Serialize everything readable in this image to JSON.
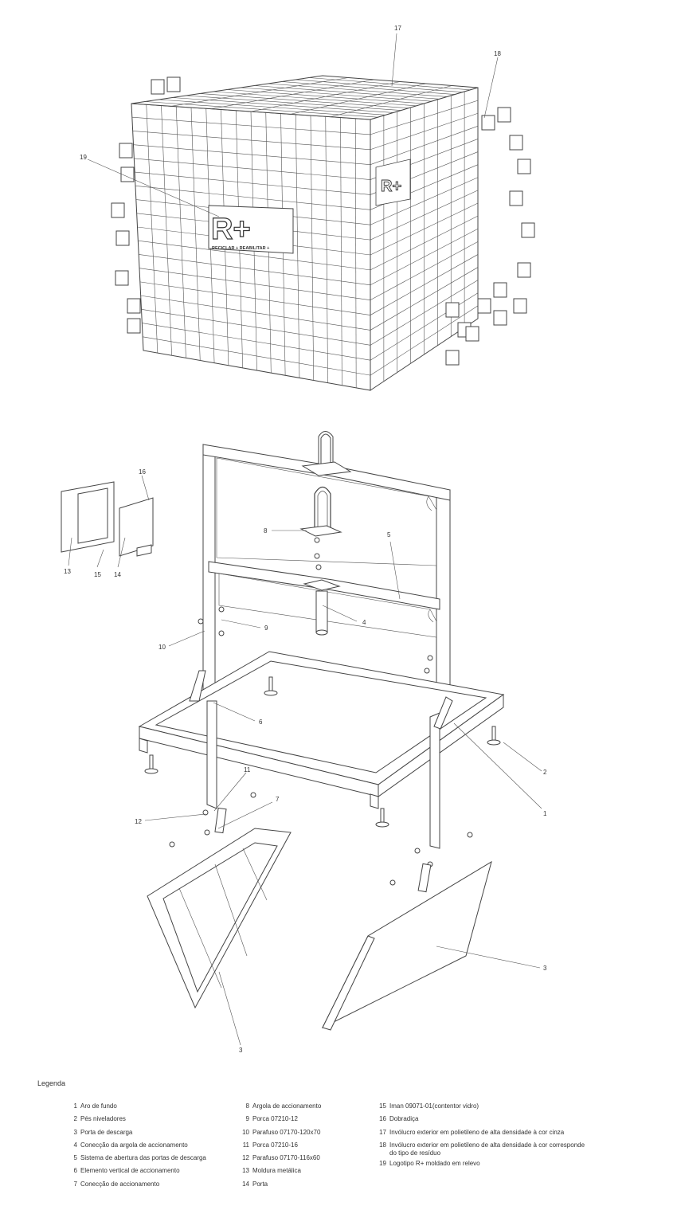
{
  "callouts": {
    "c1": "1",
    "c2": "2",
    "c3a": "3",
    "c3b": "3",
    "c4": "4",
    "c5": "5",
    "c6": "6",
    "c7": "7",
    "c8": "8",
    "c9": "9",
    "c10": "10",
    "c11": "11",
    "c12": "12",
    "c13": "13",
    "c14": "14",
    "c15": "15",
    "c16": "16",
    "c17": "17",
    "c18": "18",
    "c19": "19"
  },
  "logo": {
    "main": "R+",
    "sub": "RECICLAR + REABILITAR +"
  },
  "legend": {
    "title": "Legenda",
    "col1": [
      {
        "n": "1",
        "t": "Aro de fundo"
      },
      {
        "n": "2",
        "t": "Pés niveladores"
      },
      {
        "n": "3",
        "t": "Porta de descarga"
      },
      {
        "n": "4",
        "t": "Conecção da argola de accionamento"
      },
      {
        "n": "5",
        "t": "Sistema de abertura das portas de descarga"
      },
      {
        "n": "6",
        "t": "Elemento vertical de accionamento"
      },
      {
        "n": "7",
        "t": "Conecção de accionamento"
      }
    ],
    "col2": [
      {
        "n": "8",
        "t": "Argola de accionamento"
      },
      {
        "n": "9",
        "t": "Porca 07210-12"
      },
      {
        "n": "10",
        "t": "Parafuso 07170-120x70"
      },
      {
        "n": "11",
        "t": "Porca 07210-16"
      },
      {
        "n": "12",
        "t": "Parafuso 07170-116x60"
      },
      {
        "n": "13",
        "t": "Moldura metálica"
      },
      {
        "n": "14",
        "t": "Porta"
      }
    ],
    "col3": [
      {
        "n": "15",
        "t": "Iman 09071-01(contentor vidro)"
      },
      {
        "n": "16",
        "t": "Dobradiça"
      },
      {
        "n": "17",
        "t": "Invólucro exterior em polietileno de alta densidade à cor cinza"
      },
      {
        "n": "18",
        "t": "Invólucro exterior em polietileno de alta densidade à cor corresponde\ndo tipo de resíduo"
      },
      {
        "n": "19",
        "t": "Logotipo R+ moldado em relevo"
      }
    ]
  }
}
